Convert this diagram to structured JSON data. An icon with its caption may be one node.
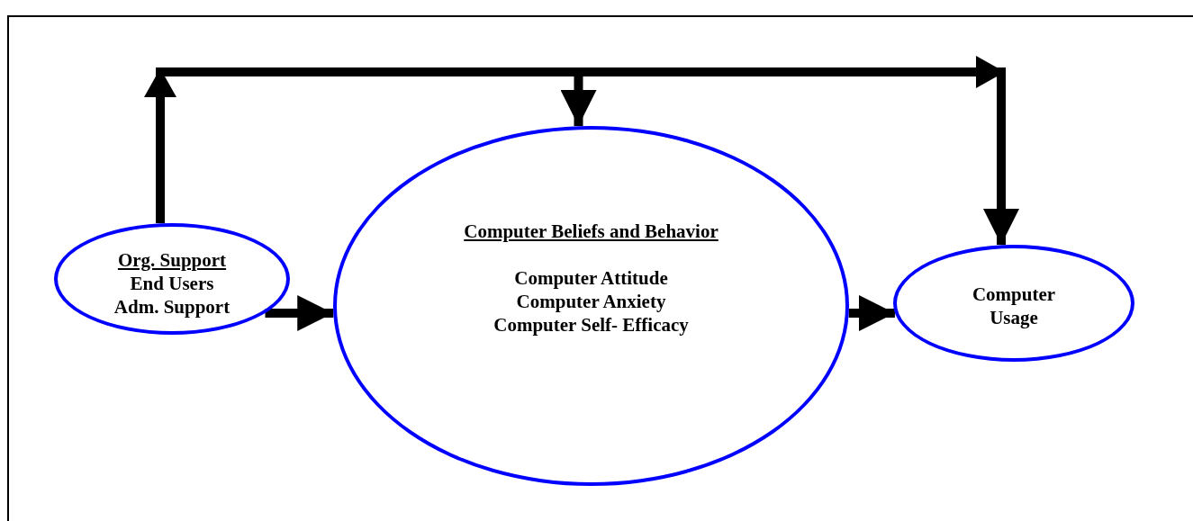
{
  "diagram": {
    "nodes": [
      {
        "text": [
          "Org. Support",
          "End Users",
          "Adm. Support"
        ]
      },
      {
        "text": [
          "Computer Beliefs and Behavior",
          "Computer Attitude",
          "Computer Anxiety",
          "Computer Self- Efficacy"
        ]
      },
      {
        "text": [
          "Computer Usage"
        ]
      }
    ],
    "edges": [
      {
        "from": 0,
        "to": 1,
        "arrow": "to"
      },
      {
        "from": 1,
        "to": 2,
        "arrow": "to"
      },
      {
        "from": 0,
        "to": 1,
        "arrow": "to"
      },
      {
        "from": 0,
        "to": 2,
        "arrow": "to"
      }
    ]
  }
}
